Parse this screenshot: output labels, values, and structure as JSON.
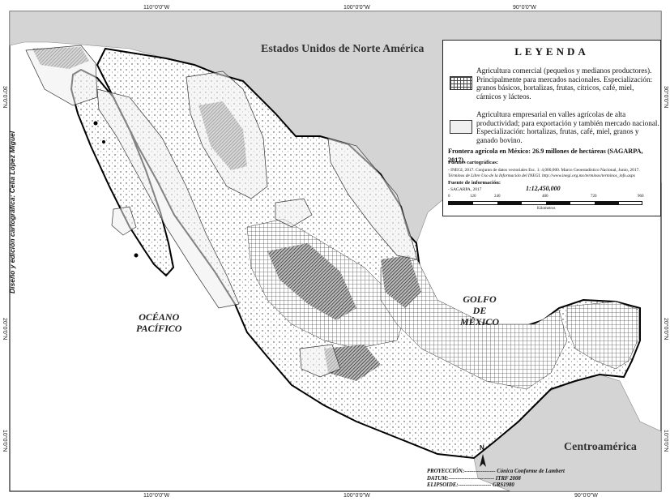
{
  "coords": {
    "top": [
      "110°0'0\"W",
      "100°0'0\"W",
      "90°0'0\"W"
    ],
    "bottom": [
      "110°0'0\"W",
      "100°0'0\"W",
      "90°0'0\"W"
    ],
    "left": [
      "30°0'0\"N",
      "20°0'0\"N",
      "10°0'0\"N"
    ],
    "right": [
      "30°0'0\"N",
      "20°0'0\"N",
      "10°0'0\"N"
    ]
  },
  "labels": {
    "usa": "Estados Unidos de Norte América",
    "central": "Centroamérica",
    "pacific_l1": "OCÉANO",
    "pacific_l2": "PACÍFICO",
    "gulf_l1": "GOLFO",
    "gulf_l2": "DE",
    "gulf_l3": "MÉXICO",
    "north": "N"
  },
  "credit": "Diseño y edición cartográfica: Celia López Miguel",
  "legend": {
    "title": "LEYENDA",
    "item1": "Agricultura comercial (pequeños y medianos productores). Principalmente para mercados nacionales. Especialización: granos básicos, hortalizas, frutas, cítricos, café, miel, cárnicos y lácteos.",
    "item2": "Agricultura empresarial en valles agrícolas de alta productividad; para exportación y también mercado nacional. Especialización: hortalizas, frutas, café, miel, granos y ganado bovino.",
    "frontier": "Frontera agrícola en México: 26.9 millones de hectáreas (SAGARPA, 2017).",
    "sources_title": "Fuentes cartográficas:",
    "sources_1": "- INEGI, 2017. Conjunto de datos vectoriales Esc. 1: 4,000,000.   Marco Geoestadístico Nacional, Junio, 2017.",
    "sources_2": "Términos de Libre Uso de la Información del INEGI. http://www.inegi.org.mx/terminos/terminos_info.aspx",
    "info_title": "Fuente de información:",
    "info_1": "- SAGARPA, 2017",
    "scale": "1:12,450,000",
    "scale_ticks": [
      "0",
      "120",
      "240",
      "480",
      "720",
      "960"
    ],
    "scale_unit": "Kilometros"
  },
  "projection": {
    "l1": "PROYECCIÓN:-----------------  Cónica Conforme de Lambert",
    "l2": "DATUM:-------------------------  ITRF 2008",
    "l3": "ELIPSOIDE:------------------  GRS1980"
  }
}
